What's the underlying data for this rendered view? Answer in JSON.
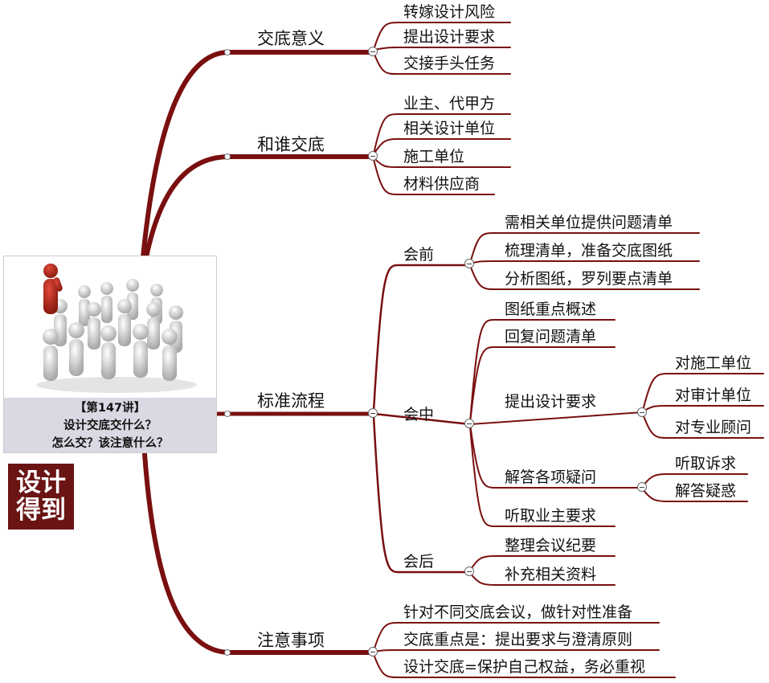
{
  "card": {
    "caption_line1": "【第147讲】",
    "caption_line2": "设计交底交什么？",
    "caption_line3": "怎么交？该注意什么？"
  },
  "logo": {
    "line1": "设计",
    "line2": "得到"
  },
  "colors": {
    "branch": "#7a0f0f",
    "underline": "#7a0f0f",
    "logo_bg": "#6a1414",
    "caption_bg": "#d9d9e3"
  },
  "branches": {
    "significance": {
      "label": "交底意义",
      "items": [
        "转嫁设计风险",
        "提出设计要求",
        "交接手头任务"
      ]
    },
    "audience": {
      "label": "和谁交底",
      "items": [
        "业主、代甲方",
        "相关设计单位",
        "施工单位",
        "材料供应商"
      ]
    },
    "process": {
      "label": "标准流程",
      "before": {
        "label": "会前",
        "items": [
          "需相关单位提供问题清单",
          "梳理清单，准备交底图纸",
          "分析图纸，罗列要点清单"
        ]
      },
      "during": {
        "label": "会中",
        "overview": "图纸重点概述",
        "reply": "回复问题清单",
        "requirements": {
          "label": "提出设计要求",
          "items": [
            "对施工单位",
            "对审计单位",
            "对专业顾问"
          ]
        },
        "answer": {
          "label": "解答各项疑问",
          "items": [
            "听取诉求",
            "解答疑惑"
          ]
        },
        "listen": "听取业主要求"
      },
      "after": {
        "label": "会后",
        "items": [
          "整理会议纪要",
          "补充相关资料"
        ]
      }
    },
    "notes": {
      "label": "注意事项",
      "items": [
        "针对不同交底会议，做针对性准备",
        "交底重点是：提出要求与澄清原则",
        "设计交底=保护自己权益，务必重视"
      ]
    }
  }
}
